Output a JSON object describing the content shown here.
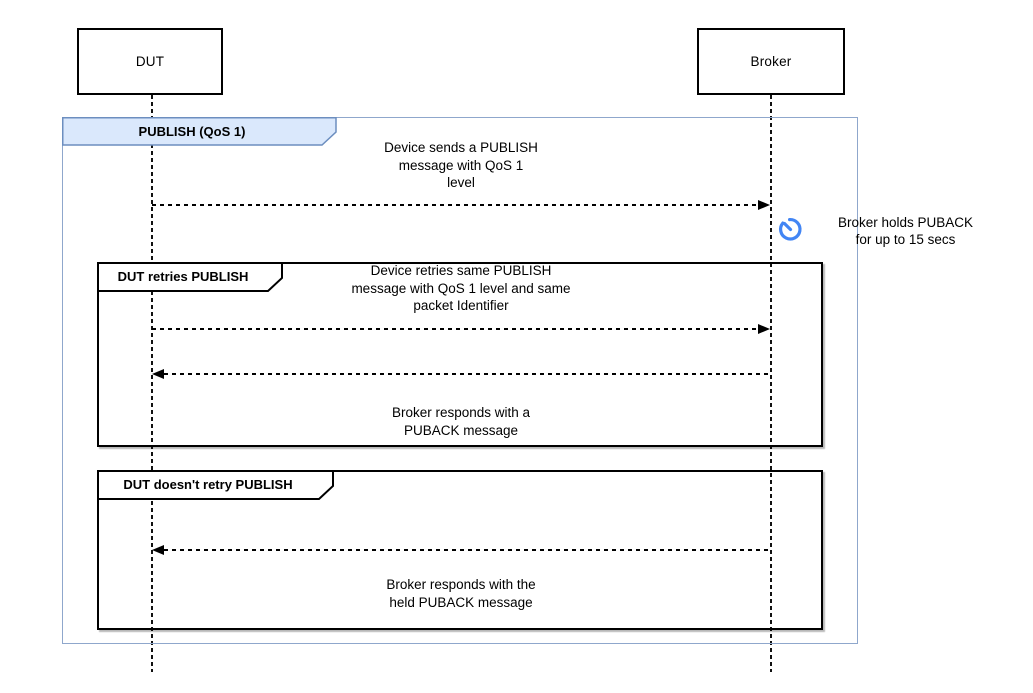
{
  "colors": {
    "frame_blue": "#8fa7cc",
    "label_fill": "#dae8fc",
    "label_stroke": "#6c8ebf",
    "icon_blue": "#4285f4",
    "line_black": "#000000"
  },
  "actors": {
    "dut": {
      "label": "DUT"
    },
    "broker": {
      "label": "Broker"
    }
  },
  "frames": {
    "outer": {
      "label": "PUBLISH (QoS 1)"
    },
    "retry": {
      "label": "DUT retries PUBLISH"
    },
    "no_retry": {
      "label": "DUT doesn't retry PUBLISH"
    }
  },
  "messages": [
    {
      "from": "DUT",
      "to": "Broker",
      "line_style": "dashed",
      "text": "Device sends a PUBLISH\nmessage with QoS 1\nlevel"
    },
    {
      "from": "DUT",
      "to": "Broker",
      "line_style": "dashed",
      "text": "Device retries same PUBLISH\nmessage with QoS 1 level and same\npacket Identifier"
    },
    {
      "from": "Broker",
      "to": "DUT",
      "line_style": "dashed",
      "text": "Broker responds with a\nPUBACK message"
    },
    {
      "from": "Broker",
      "to": "DUT",
      "line_style": "dashed",
      "text": "Broker responds with the\nheld PUBACK message"
    }
  ],
  "annotation": {
    "icon": "timer-icon",
    "text": "Broker holds PUBACK\nfor up to 15 secs"
  }
}
